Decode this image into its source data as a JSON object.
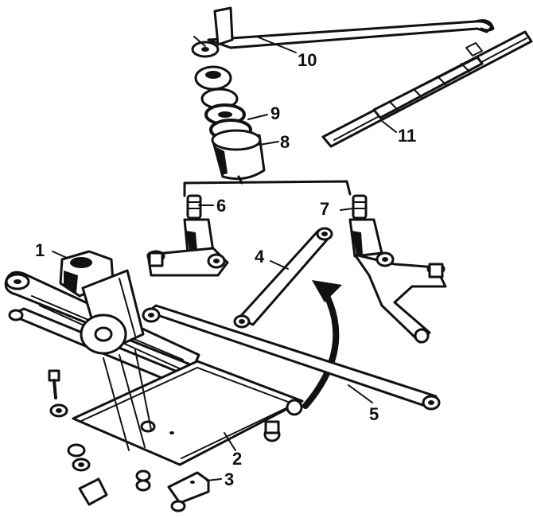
{
  "colors": {
    "ink": "#111111",
    "paper": "#ffffff"
  },
  "callouts": {
    "c1": "1",
    "c2": "2",
    "c3": "3",
    "c4": "4",
    "c5": "5",
    "c6": "6",
    "c7": "7",
    "c8": "8",
    "c9": "9",
    "c10": "10",
    "c11": "11"
  }
}
